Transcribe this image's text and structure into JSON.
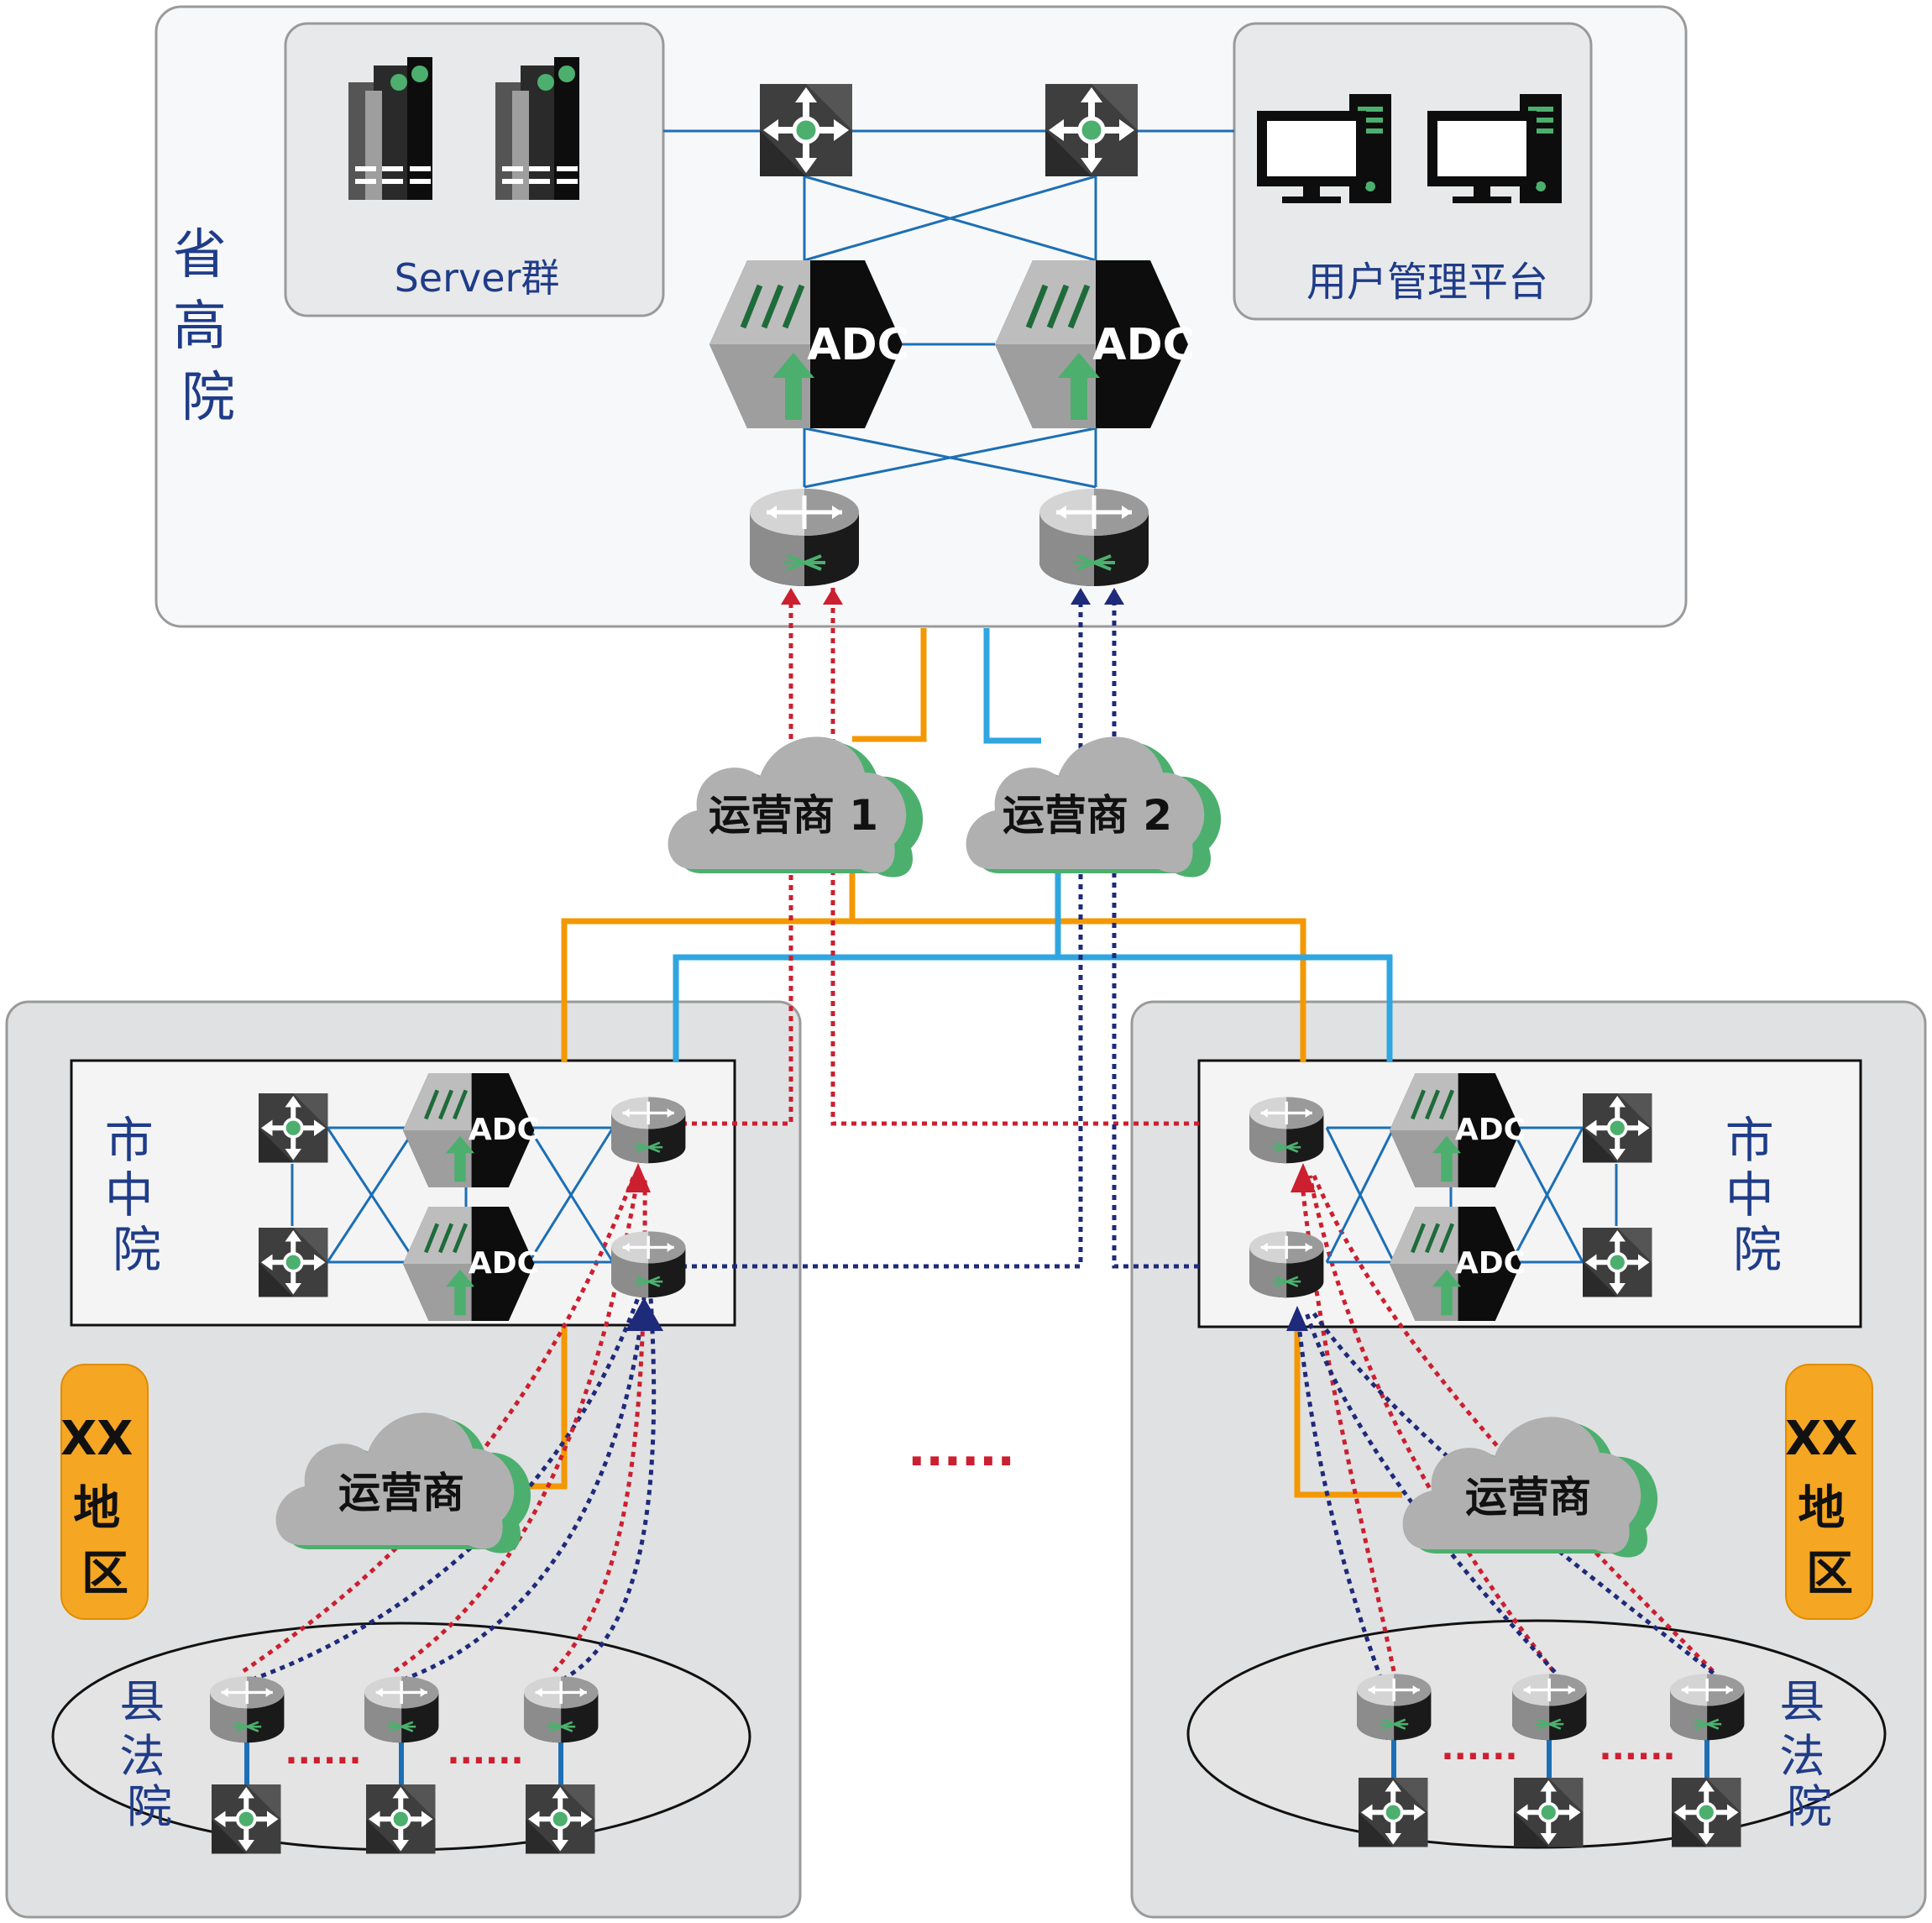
{
  "provincial": {
    "title": [
      "省",
      "高",
      "院"
    ],
    "server_group_label": "Server群",
    "user_platform_label": "用户管理平台",
    "adc_label": "ADC"
  },
  "isps": {
    "isp1_label": "运营商 1",
    "isp2_label": "运营商 2",
    "local_label": "运营商"
  },
  "regions": {
    "city_title": [
      "市",
      "中",
      "院"
    ],
    "region_badge": [
      "XX",
      "地",
      "区"
    ],
    "county_title": [
      "县",
      "法",
      "院"
    ],
    "adc_label": "ADC",
    "county_separator": "......",
    "middle_ellipsis": "......"
  },
  "colors": {
    "label_blue": "#1f3c88",
    "link_blue": "#1c6fb5",
    "orange_line": "#f39800",
    "cyan_line": "#2fa6e0",
    "red_dotted": "#cc1f2f",
    "navy_dotted": "#1e2a7a",
    "badge_orange": "#f5a623",
    "device_green": "#4caf6e"
  }
}
